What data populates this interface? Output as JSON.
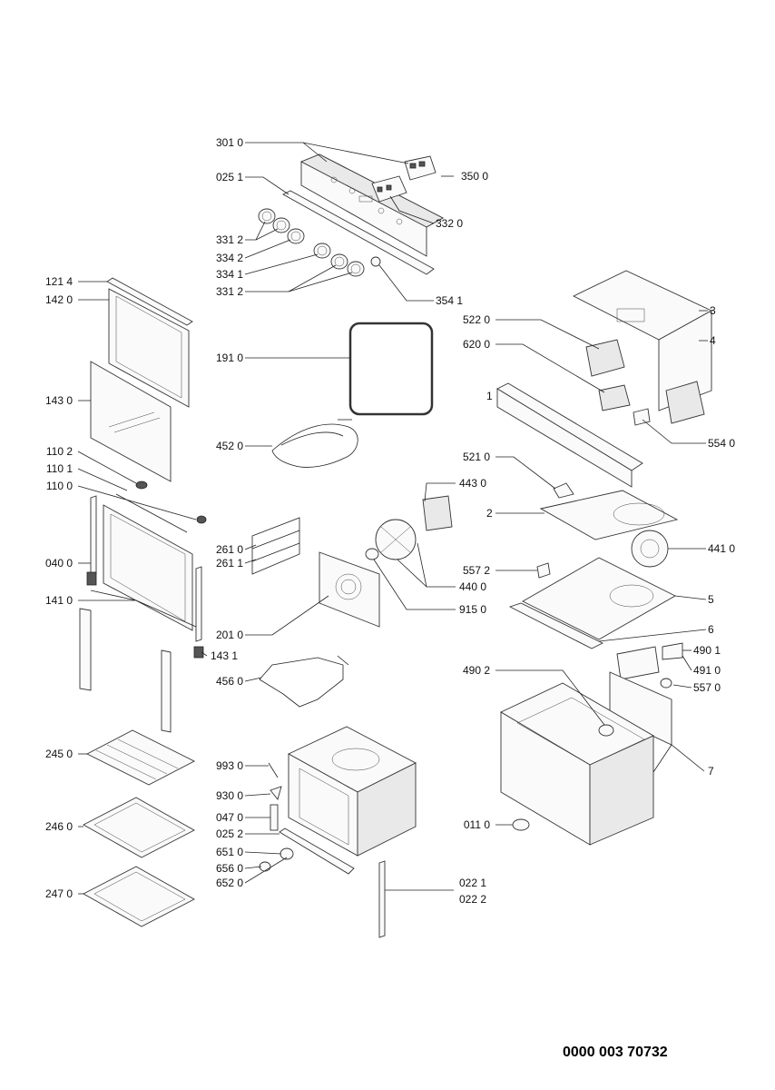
{
  "document_number": "0000 003 70732",
  "callouts": [
    {
      "id": "c3010",
      "text": "301 0"
    },
    {
      "id": "c3500",
      "text": "350 0"
    },
    {
      "id": "c0251",
      "text": "025 1"
    },
    {
      "id": "c3320",
      "text": "332 0"
    },
    {
      "id": "c3312a",
      "text": "331 2"
    },
    {
      "id": "c3342",
      "text": "334 2"
    },
    {
      "id": "c3341",
      "text": "334 1"
    },
    {
      "id": "c3312b",
      "text": "331 2"
    },
    {
      "id": "c3541",
      "text": "354 1"
    },
    {
      "id": "c1214",
      "text": "121 4"
    },
    {
      "id": "c1420",
      "text": "142 0"
    },
    {
      "id": "c3",
      "text": "3"
    },
    {
      "id": "c5220",
      "text": "522 0"
    },
    {
      "id": "c4",
      "text": "4"
    },
    {
      "id": "c1910",
      "text": "191 0"
    },
    {
      "id": "c6200",
      "text": "620 0"
    },
    {
      "id": "c1",
      "text": "1"
    },
    {
      "id": "c1430",
      "text": "143 0"
    },
    {
      "id": "c4520",
      "text": "452 0"
    },
    {
      "id": "c5540",
      "text": "554 0"
    },
    {
      "id": "c1102",
      "text": "110 2"
    },
    {
      "id": "c5210",
      "text": "521 0"
    },
    {
      "id": "c1101",
      "text": "110 1"
    },
    {
      "id": "c1100",
      "text": "110 0"
    },
    {
      "id": "c4430",
      "text": "443 0"
    },
    {
      "id": "c2",
      "text": "2"
    },
    {
      "id": "c4410",
      "text": "441 0"
    },
    {
      "id": "c2610",
      "text": "261 0"
    },
    {
      "id": "c2611",
      "text": "261 1"
    },
    {
      "id": "c0400",
      "text": "040 0"
    },
    {
      "id": "c5572",
      "text": "557 2"
    },
    {
      "id": "c4400",
      "text": "440 0"
    },
    {
      "id": "c5",
      "text": "5"
    },
    {
      "id": "c1410",
      "text": "141 0"
    },
    {
      "id": "c9150",
      "text": "915 0"
    },
    {
      "id": "c6",
      "text": "6"
    },
    {
      "id": "c2010",
      "text": "201 0"
    },
    {
      "id": "c4901",
      "text": "490 1"
    },
    {
      "id": "c1431",
      "text": "143 1"
    },
    {
      "id": "c4902",
      "text": "490 2"
    },
    {
      "id": "c4910",
      "text": "491 0"
    },
    {
      "id": "c4560",
      "text": "456 0"
    },
    {
      "id": "c5570",
      "text": "557 0"
    },
    {
      "id": "c2450",
      "text": "245 0"
    },
    {
      "id": "c9930",
      "text": "993 0"
    },
    {
      "id": "c7",
      "text": "7"
    },
    {
      "id": "c9300",
      "text": "930 0"
    },
    {
      "id": "c0470",
      "text": "047 0"
    },
    {
      "id": "c2460",
      "text": "246 0"
    },
    {
      "id": "c0110",
      "text": "011 0"
    },
    {
      "id": "c0252",
      "text": "025 2"
    },
    {
      "id": "c6510",
      "text": "651 0"
    },
    {
      "id": "c6560",
      "text": "656 0"
    },
    {
      "id": "c6520",
      "text": "652 0"
    },
    {
      "id": "c0221",
      "text": "022 1"
    },
    {
      "id": "c2470",
      "text": "247 0"
    },
    {
      "id": "c0222",
      "text": "022 2"
    }
  ]
}
